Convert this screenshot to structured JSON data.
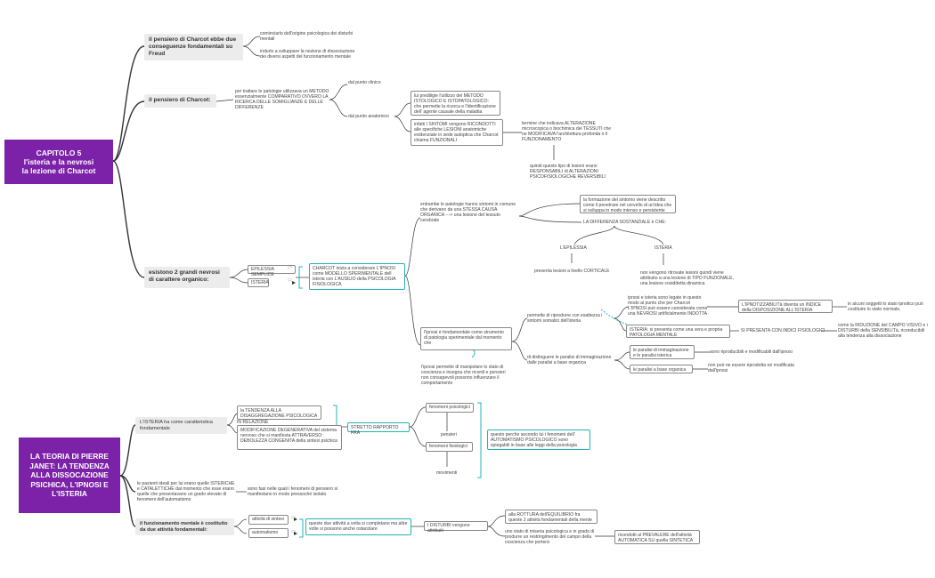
{
  "roots": {
    "charcot": "CAPITOLO 5\nl'isteria e la nevrosi\nla lezione di Charcot",
    "janet": "LA TEORIA DI PIERRE JANET: LA TENDENZA ALLA DISSOCAZIONE PSICHICA, L'IPNOSI E L'ISTERIA"
  },
  "branch1": {
    "title": "il pensiero di Charcot ebbe due conseguenze fondamentali su Freud",
    "c1": "cominciarlo dell'origine psicologica dei disturbi mentali",
    "c2": "indurlo a sviluppare la nozione di dissociazione dei diversi aspetti del funzionamento mentale"
  },
  "branch2": {
    "title": "il pensiero di Charcot:",
    "method": "per trattare le patologie utilizzava un METODO essenzialmente COMPARATIVO OVVERO LA RICERCA DELLE SOMIGLIANZE E DELLE DIFFERENZE",
    "clinic": "dal punto clinico",
    "anatomic": "dal punto anatomico",
    "box_method": "lui prediligie l'utilizzo del METODO ISTOLOGICO E ISTOPATOLOGICO: che permette la ricerca e l'identificazione dell' agente causale della malattia",
    "box_symptoms": "infatti I SINTOMI vengono RICONDOTTI alle specifiche LESIONI anatomiche evidenziate in sede autoptica che Charcot chiama FUNZIONALI",
    "alteration": "termine che indicava ALTERAZIONE microscopica o biochimica dei TESSUTI che ne MODIFICAVA l'architettura profonda o il FUNZIONAMENTO",
    "lesions": "quindi questo tipo di lesioni erano RESPONSABILI di ALTERAZIONI PSICOFISIOLOGICHE REVERSIBILI"
  },
  "branch3": {
    "title": "esistono 2 grandi nevrosi di carattere organico:",
    "epi": "EPILESSIA SEMPLICE",
    "ist": "ISTERIA",
    "charcot_box": "CHARCOT inizia a considerare L'IPNOSI come MODELLO SPERIMENTALE dell isteria con L'AUSILIO della PSICOLOGIA FISIOLOGICA",
    "both": "entrambe le patologie hanno sintomi in comune che derivano da una STESSA CAUSA ORGANICA ---> una lesione del tessuto cerebrale",
    "formation": "la formazione del sintomo viene descritto come il penetrare nel cervello di un'idea che si sviluppa in modo intenso e persistente",
    "difference": "LA DIFFERENZA SOSTANZIALE è CHE:",
    "epi_label": "L'EPILESSIA",
    "ist_label": "ISTERIA",
    "epi_desc": "presenta lesioni a livello CORTICALE",
    "ist_desc": "non vengono ritrovate lesioni quindi viene attribuito a una lesione di TIPO FUNZIONALE, una lesione cosiddetta dinamica",
    "hypnosis": "l'ipnosi è fondamentale come strumento di patologia sperimentale dal momento che",
    "hypnosis2": "l'ipnosi permette di manipolare lo stato di coscienza e insegna che ricordi e pensieri non consapevoli possono influenzare il comportamento",
    "reproduce": "permette di riprodurre con esattezza i sintomi somatici dell'isteria",
    "distinguish": "di distinguere le paralisi di immaginazione dalle paralisi a base organica",
    "linked": "ipnosi e isteria sono legate in questo modo al punto che per Charcot L'IPNOSI può essere considerata come una NEVROSI artificialmente INDOTTA",
    "hypnotizability": "L'IPNOTIZZABILITà diventa un INDICE della DISPOSIZIONE ALL'ISTERIA",
    "subjects": "in alcuni soggetti lo stato ipnotico può costituire lo stato normale.",
    "pathology": "ISTERIA: si presenta come una vera e propria PATOLOGIA MENTALE",
    "physio": "SI PRESENTA CON INDICI FISIOLOGICI",
    "reduction": "come la RIDUZIONE del CAMPO VISIVO e i DISTURBI della SENSIBILITà, riconducibili alla tendenza alla dissociazione",
    "imag_par": "le paralisi di immaginazione e le paralisi isterica",
    "imag_res": "sono riproducibili e modificabili dall'ipnosi",
    "org_par": "le paralisi a base organica",
    "org_res": "non può ne essere riprodotta né modificata dall'ipnosi"
  },
  "branch4": {
    "title": "L'ISTERIA ha come caratteristica fondamentale",
    "tendency": "la TENDENZA ALLA DISAGGREGAZIONE PSICOLOGICA",
    "relation_head": "IN RELAZIONE",
    "relation": "MODIFICAZIONE DEGENERATIVA del sistema nervoso che si manifesta ATTRAVERSO: DEBOLEZZA CONGENITA della sintesi psichica",
    "strict": "STRETTO RAPPORTO FRA",
    "psych": "fenomeni psicologici",
    "thoughts": "pensieri",
    "physio": "fenomeni fisiologici",
    "movements": "movimenti",
    "automatism": "questo perche secondo lui i fenomeni dell' AUTOMATISMO PSICOLOGICO sono spiegabili in base alle leggi della psicologia"
  },
  "branch5": {
    "patients": "le pazienti ideali per lui erano quelle ISTERICHE e CATALETTICHE dal momento che esse erano quelle che presentavano un grado elevato di fenomeni dell'automatismo",
    "phases": "sono fasi nelle quali i fenomeni di pensiero si manifestano in modo pressoché isolato"
  },
  "branch6": {
    "title": "il funzionamento mentale è costituito da due attività fondamentali:",
    "synthesis": "attività di sintesi",
    "automatism": "automatismo",
    "both": "queste due attività a volta si completano ma altre volte si possono anche ostacolare",
    "disturbs": "I DISTURBI vengono attribuiti",
    "rupture": "alla ROTTURA dell'EQUILIBRIO fra queste 2 attività fondamentali della mente",
    "misery": "uno stato di miseria psicologica e in grado di produrre un restringimento del campo della coscienza che porterà",
    "prevail": "ricondotti al PREVALERE dell'attività AUTOMATICA SU quella SINTETICA"
  },
  "colors": {
    "root": "#7b22a8",
    "teal": "#22b3b8",
    "line": "#333333"
  }
}
